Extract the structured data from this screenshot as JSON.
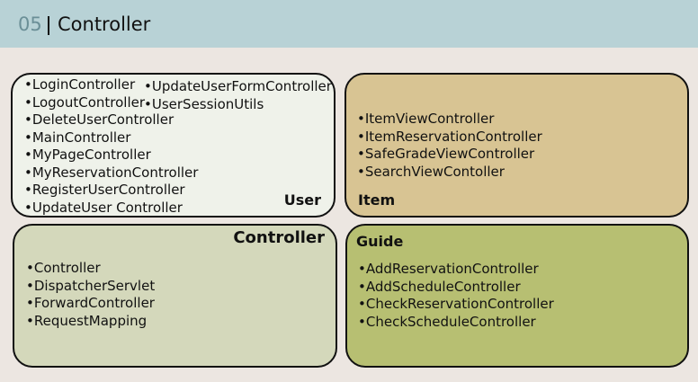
{
  "header": {
    "number": "05",
    "title": "Controller"
  },
  "user": {
    "title": "User",
    "col1": [
      "LoginController",
      "LogoutController",
      "DeleteUserController",
      "MainController",
      "MyPageController",
      "MyReservationController",
      "RegisterUserController",
      "UpdateUser Controller"
    ],
    "col2": [
      "UpdateUserFormController",
      "UserSessionUtils"
    ]
  },
  "item": {
    "title": "Item",
    "items": [
      "ItemViewController",
      "ItemReservationController",
      "SafeGradeViewController",
      "SearchViewContoller"
    ]
  },
  "controller": {
    "title": "Controller",
    "items": [
      "Controller",
      "DispatcherServlet",
      "ForwardController",
      "RequestMapping"
    ]
  },
  "guide": {
    "title": "Guide",
    "items": [
      "AddReservationController",
      "AddScheduleController",
      "CheckReservationController",
      "CheckScheduleController"
    ]
  },
  "colors": {
    "header_bg": "#b8d2d6",
    "user_bg": "#eff2ea",
    "item_bg": "#d8c493",
    "controller_bg": "#d4d8bb",
    "guide_bg": "#b7bf72"
  }
}
